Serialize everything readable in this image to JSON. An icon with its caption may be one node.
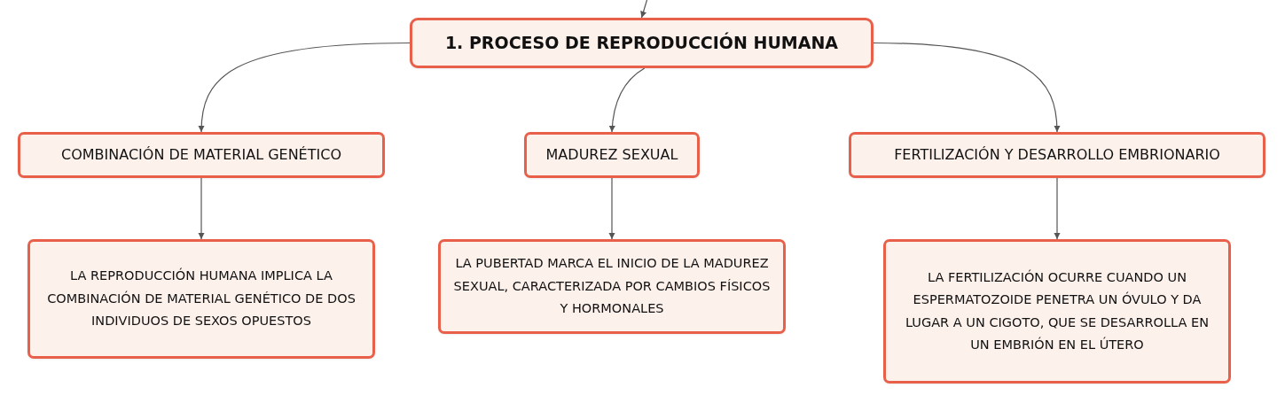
{
  "diagram": {
    "nodes": [
      {
        "text": [
          "1. PROCESO DE REPRODUCCIÓN HUMANA"
        ]
      },
      {
        "text": [
          "COMBINACIÓN DE MATERIAL GENÉTICO"
        ]
      },
      {
        "text": [
          "MADUREZ SEXUAL"
        ]
      },
      {
        "text": [
          "FERTILIZACIÓN Y DESARROLLO EMBRIONARIO"
        ]
      },
      {
        "text": [
          "LA REPRODUCCIÓN HUMANA IMPLICA LA COMBINACIÓN DE MATERIAL GENÉTICO DE DOS INDIVIDUOS DE SEXOS OPUESTOS"
        ]
      },
      {
        "text": [
          "LA PUBERTAD MARCA EL INICIO DE LA MADUREZ SEXUAL, CARACTERIZADA POR CAMBIOS FÍSICOS Y HORMONALES"
        ]
      },
      {
        "text": [
          "LA FERTILIZACIÓN OCURRE CUANDO UN ESPERMATOZOIDE PENETRA UN ÓVULO Y DA LUGAR A UN CIGOTO, QUE SE DESARROLLA EN UN EMBRIÓN EN EL ÚTERO"
        ]
      }
    ],
    "edges": [
      {
        "from": null,
        "to": 0,
        "arrow": "to"
      },
      {
        "from": 0,
        "to": 1,
        "arrow": "to"
      },
      {
        "from": 0,
        "to": 2,
        "arrow": "to"
      },
      {
        "from": 0,
        "to": 3,
        "arrow": "to"
      },
      {
        "from": 1,
        "to": 4,
        "arrow": "to"
      },
      {
        "from": 2,
        "to": 5,
        "arrow": "to"
      },
      {
        "from": 3,
        "to": 6,
        "arrow": "to"
      }
    ]
  }
}
